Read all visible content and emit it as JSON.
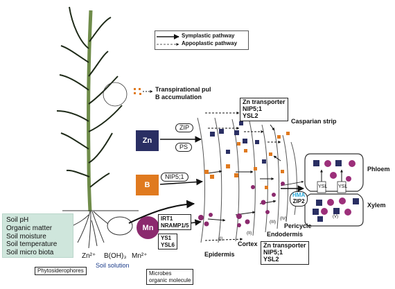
{
  "legend": {
    "symplastic": "Symplastic pathway",
    "apoplastic": "Appoplastic pathway"
  },
  "transpiration": {
    "line1": "Transpirational pul",
    "line2": "B accumulation"
  },
  "nutrients": {
    "zn": "Zn",
    "b": "B",
    "mn": "Mn"
  },
  "transporters": {
    "zip": "ZIP",
    "ps": "PS",
    "nip51": "NIP5;1",
    "irt1": "IRT1",
    "nramp": "NRAMP1/5",
    "ys1": "YS1",
    "ysl6": "YSL6",
    "hma": "HMA",
    "zip2": "ZIP2"
  },
  "top_box": {
    "title": "Zn transporter",
    "line2": "NIP5;1",
    "line3": "YSL2"
  },
  "bottom_box": {
    "title": "Zn transporter",
    "line2": "NIP5;1",
    "line3": "YSL2"
  },
  "tissues": {
    "casparian": "Casparian strip",
    "phloem": "Phloem",
    "xylem": "Xylem",
    "pericycle": "Pericycle",
    "endodermis": "Endodermis",
    "cortex": "Cortex",
    "epidermis": "Epidermis"
  },
  "roman": {
    "i": "(I)",
    "ii": "(II)",
    "iii": "(III)",
    "iv": "(IV)",
    "v": "(V)"
  },
  "yellow_sl": "YSL",
  "soil_factors": [
    "Soil pH",
    "Organic matter",
    "Soil moisture",
    "Soil temperature",
    "Soil micro biota"
  ],
  "soil_ions": {
    "zn2": "Zn²⁺",
    "boh3": "B(OH)₃",
    "mn2": "Mn²⁺"
  },
  "soil_solution": "Soil solution",
  "phytosiderophores": "Phytosiderophores",
  "microbes": {
    "line1": "Microbes",
    "line2": "organic molecule"
  },
  "colors": {
    "zn": "#2a2f63",
    "b": "#e07a1f",
    "mn": "#8b2a6e",
    "hma": "#2aa8d8",
    "soil_bg": "#cfe6dc"
  }
}
